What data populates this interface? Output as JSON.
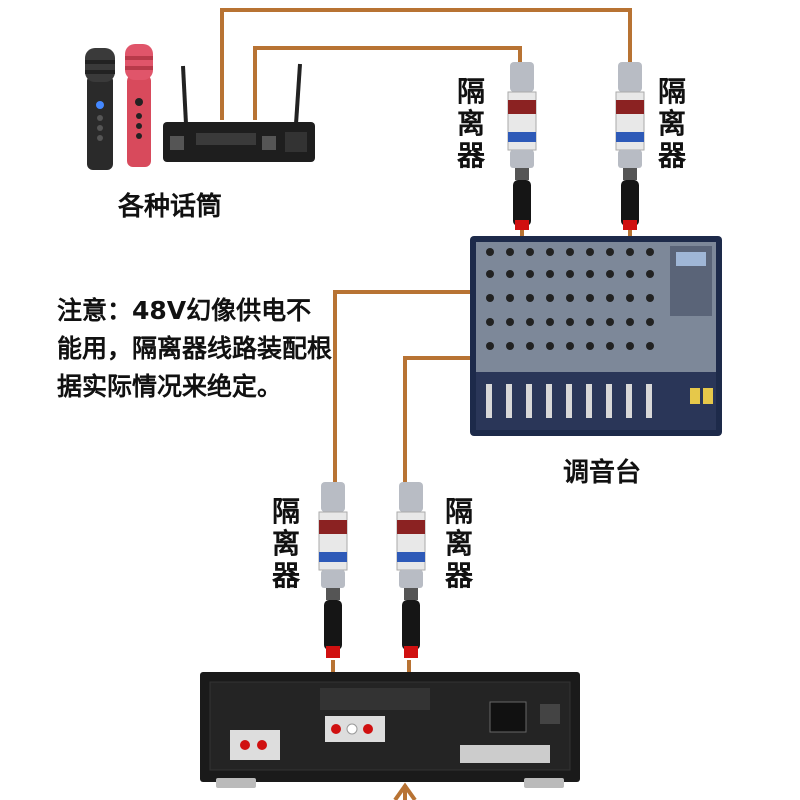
{
  "labels": {
    "microphones": "各种话筒",
    "mixer": "调音台",
    "isolator": "隔离器",
    "note": "注意：48V幻像供电不能用，隔离器线路装配根据实际情况来绝定。"
  },
  "colors": {
    "cable": "#b87333",
    "mixer_body": "#1d2a4a",
    "mixer_panel": "#7d8899",
    "amp_body": "#1a1a1a",
    "isolator_band": "#2e5ab8",
    "connector_red": "#d01010"
  }
}
